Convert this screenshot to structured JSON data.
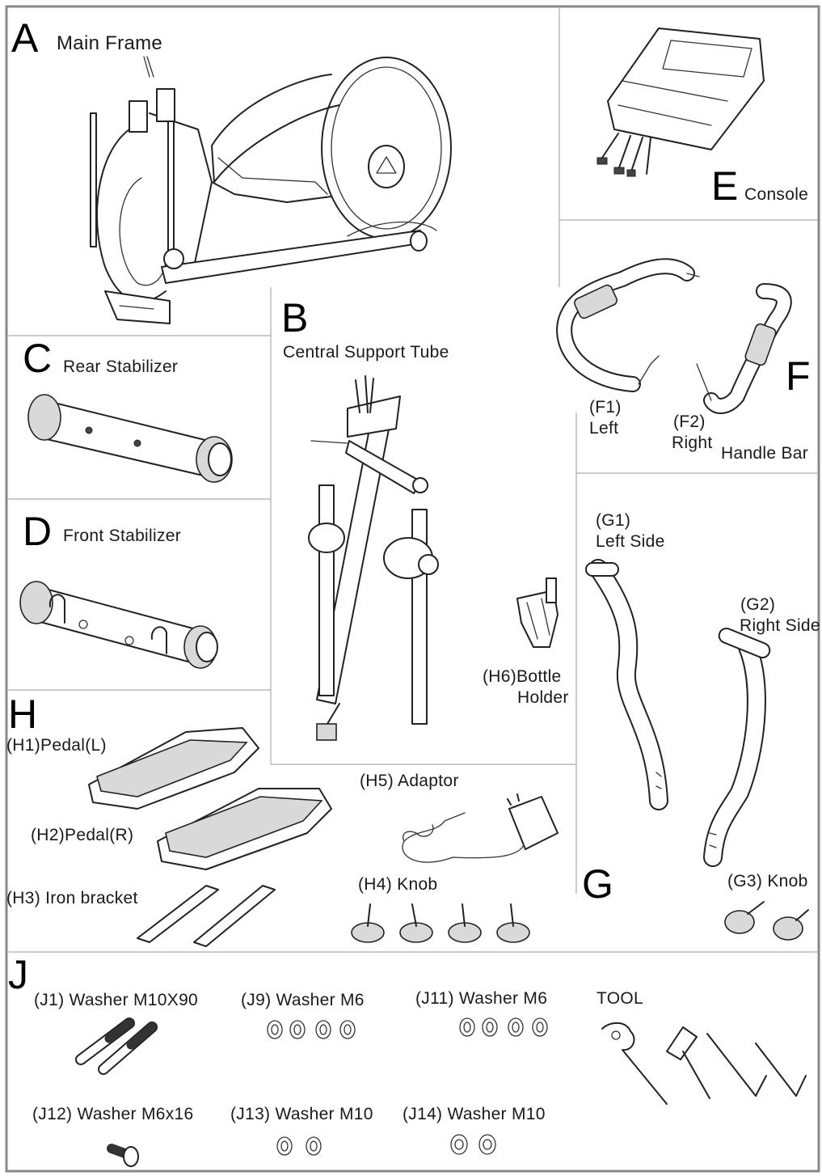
{
  "parts": {
    "A": {
      "letter": "A",
      "name": "Main  Frame"
    },
    "B": {
      "letter": "B",
      "name": "Central   Support Tube"
    },
    "C": {
      "letter": "C",
      "name": "Rear Stabilizer"
    },
    "D": {
      "letter": "D",
      "name": "Front Stabilizer"
    },
    "E": {
      "letter": "E",
      "name": "Console"
    },
    "F": {
      "letter": "F",
      "f1_code": "(F1)",
      "f1_name": "Left",
      "f2_code": "(F2)",
      "f2_name": "Right",
      "name": "Handle Bar"
    },
    "G": {
      "letter": "G",
      "g1_code": "(G1)",
      "g1_name": "Left Side",
      "g2_code": "(G2)",
      "g2_name": "Right Side",
      "g3": "(G3) Knob"
    },
    "H": {
      "letter": "H",
      "h1": "(H1)Pedal(L)",
      "h2": "(H2)Pedal(R)",
      "h3": "(H3) Iron bracket",
      "h4": "(H4) Knob",
      "h5": "(H5) Adaptor",
      "h6_line1": "(H6)Bottle",
      "h6_line2": "Holder"
    },
    "J": {
      "letter": "J",
      "j1": "(J1) Washer M10X90",
      "j9": "(J9) Washer M6",
      "j11": "(J11) Washer M6",
      "tool": "TOOL",
      "j12": "(J12) Washer M6x16",
      "j13": "(J13) Washer M10",
      "j14": "(J14) Washer M10"
    }
  }
}
